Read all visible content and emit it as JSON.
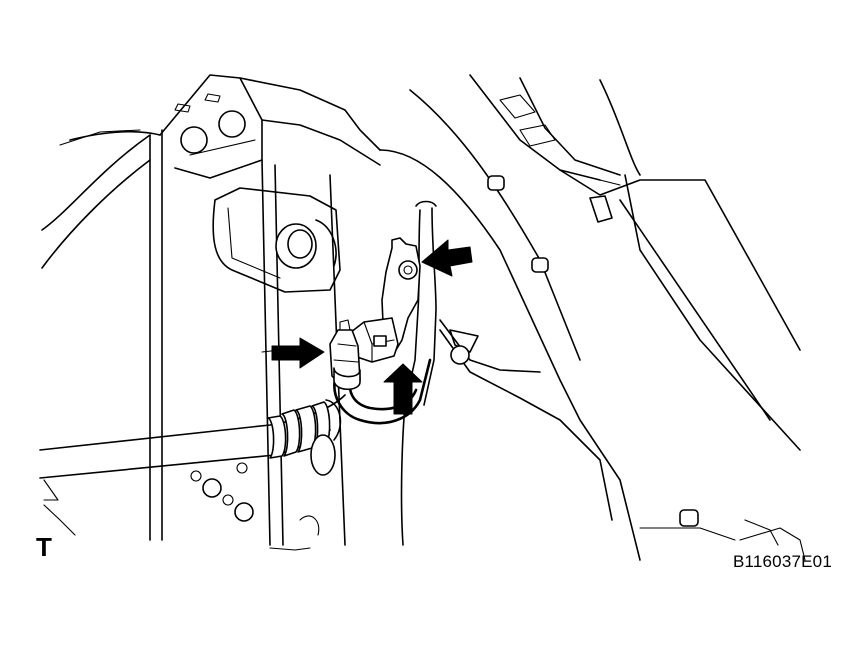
{
  "figure": {
    "view_letter": "T",
    "code": "B116037E01"
  },
  "parts": {
    "arrows": [
      "arrow-upper-right",
      "arrow-left",
      "arrow-bottom"
    ]
  }
}
